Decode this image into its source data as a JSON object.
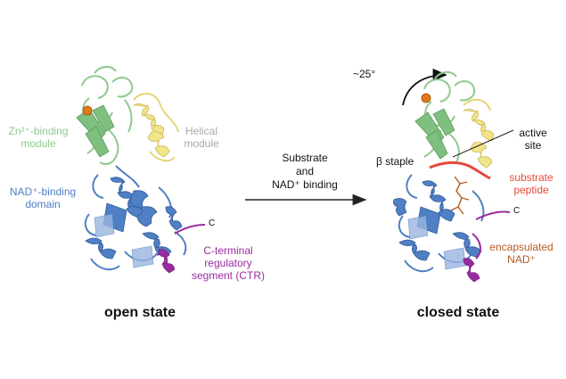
{
  "colors": {
    "zn_module": "#8fc98f",
    "helical": "#f2e48a",
    "nad_domain": "#4f7fc4",
    "ctr": "#9a2aa0",
    "zinc": "#e07a1a",
    "substrate": "#e8493a",
    "nad_ligand": "#b55a20",
    "arrow": "#222222"
  },
  "left_panel": {
    "zn_label": [
      "Zn²⁺-binding",
      "module"
    ],
    "helical_label": [
      "Helical",
      "module"
    ],
    "nad_label": [
      "NAD⁺-binding",
      "domain"
    ],
    "ctr_label": [
      "C-terminal",
      "regulatory",
      "segment (CTR)"
    ],
    "c_terminus": "C",
    "state_label": "open state"
  },
  "transition": {
    "label": [
      "Substrate",
      "and",
      "NAD⁺ binding"
    ]
  },
  "right_panel": {
    "rotation_label": "~25°",
    "active_site_label": [
      "active",
      "site"
    ],
    "beta_staple_label": "β staple",
    "substrate_label": [
      "substrate",
      "peptide"
    ],
    "nad_label": [
      "encapsulated",
      "NAD⁺"
    ],
    "c_terminus": "C",
    "state_label": "closed state"
  }
}
